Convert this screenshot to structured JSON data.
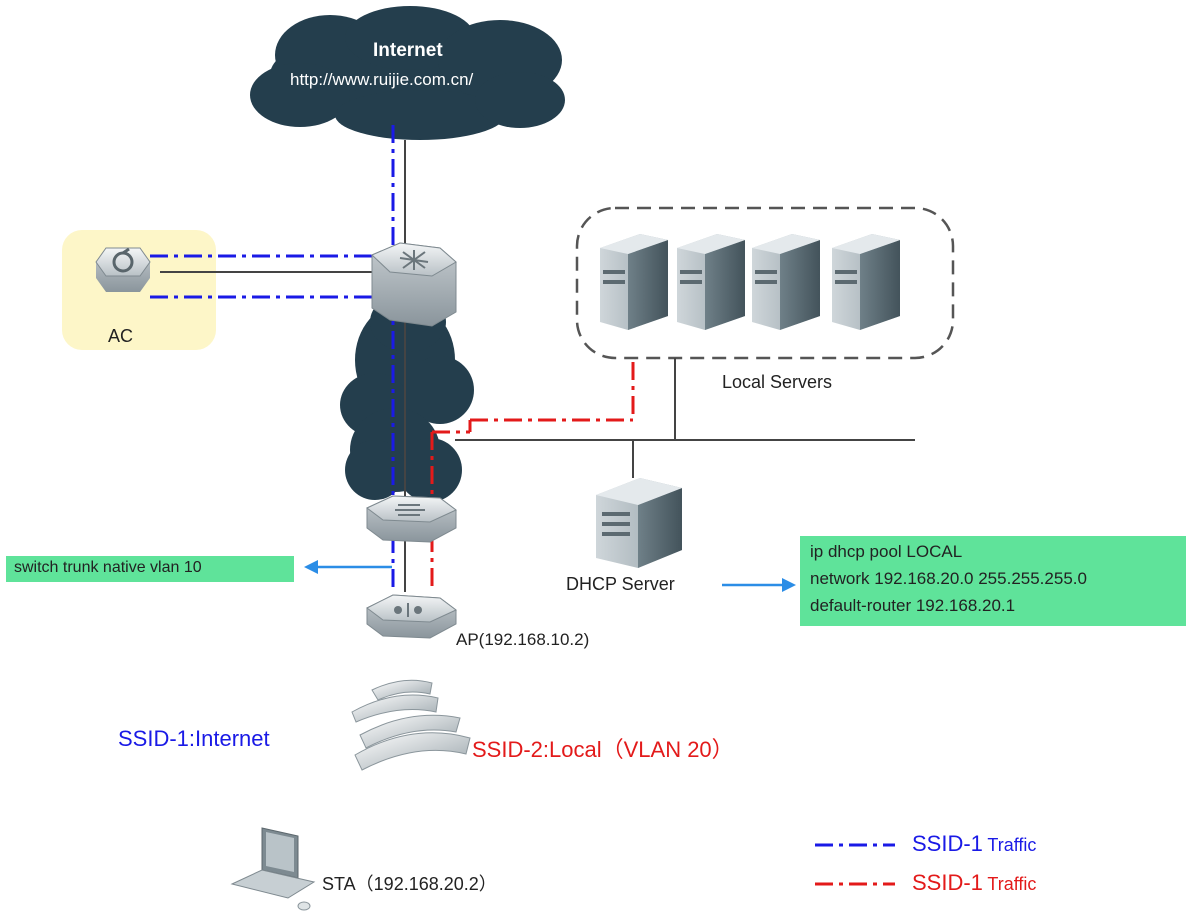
{
  "cloud": {
    "title": "Internet",
    "url": "http://www.ruijie.com.cn/"
  },
  "ac_label": "AC",
  "servers_label": "Local Servers",
  "dhcp_label": "DHCP Server",
  "ap_label": "AP(192.168.10.2)",
  "trunk_note": "switch trunk native vlan 10",
  "dhcp_note": [
    "ip dhcp pool LOCAL",
    "network 192.168.20.0 255.255.255.0",
    "default-router 192.168.20.1"
  ],
  "ssid1": "SSID-1:Internet",
  "ssid2": "SSID-2:Local（VLAN 20）",
  "sta_label": "STA（192.168.20.2）",
  "legend": [
    {
      "ssid": "SSID-1",
      "traffic": "Traffic",
      "color": "#1a1ae6"
    },
    {
      "ssid": "SSID-1",
      "traffic": "Traffic",
      "color": "#e31a1a"
    }
  ],
  "colors": {
    "cloud": "#243e4d",
    "blue_path": "#1a1ae6",
    "red_path": "#e31a1a",
    "note_bg": "#5fe39a",
    "ac_highlight": "#fdf6c8"
  }
}
